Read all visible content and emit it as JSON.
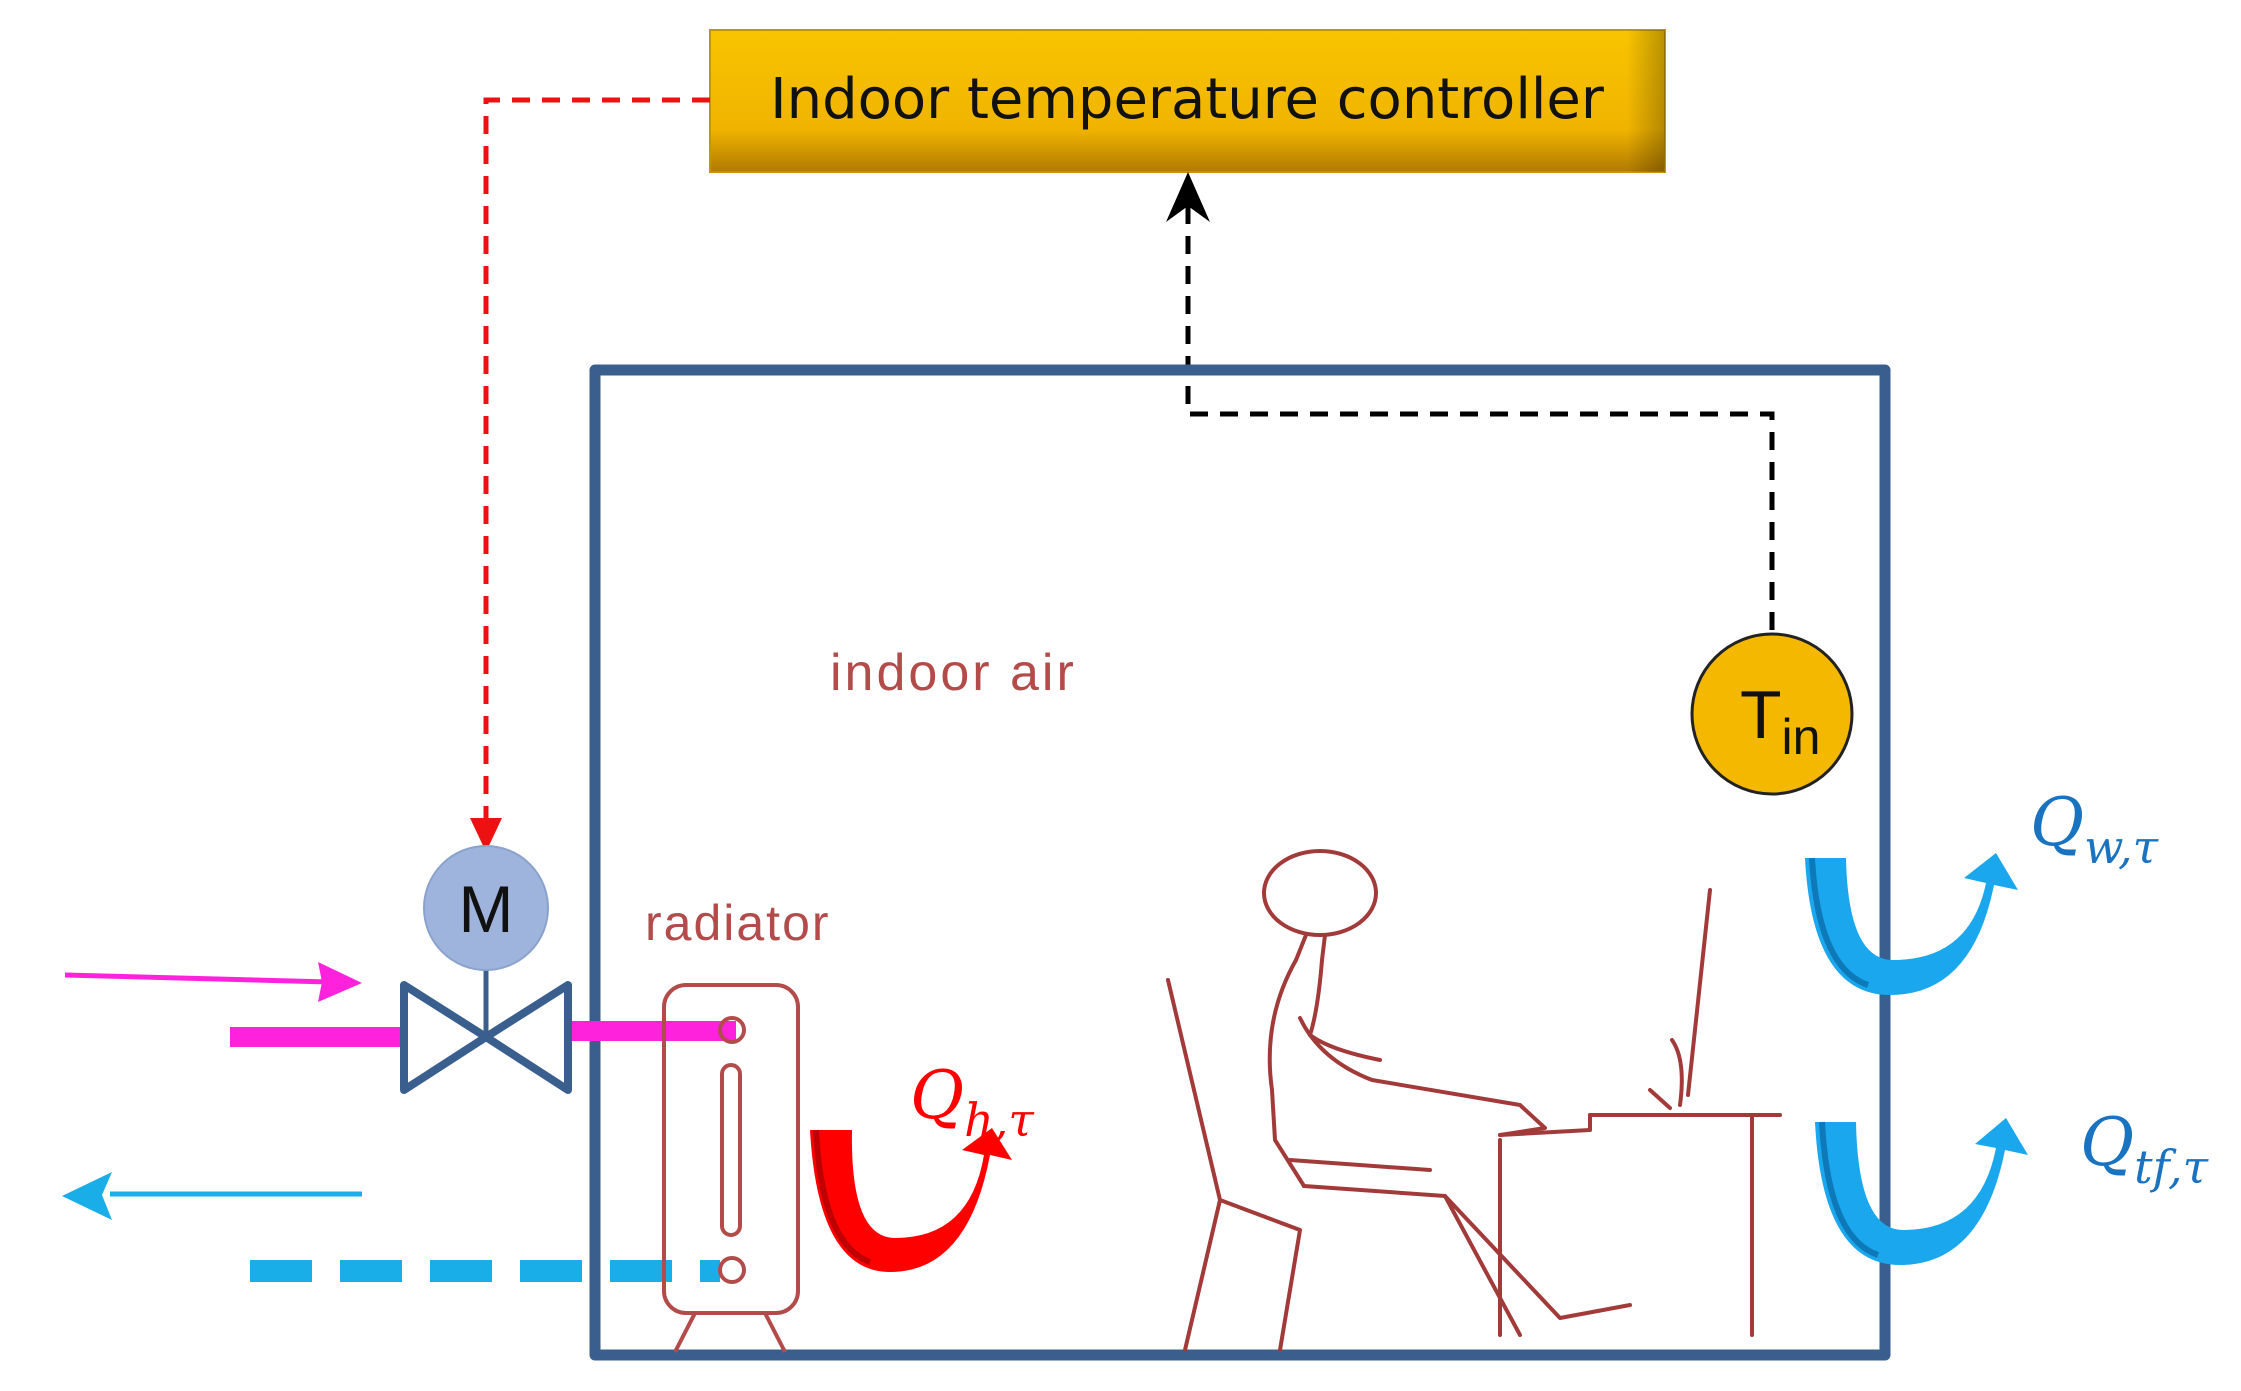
{
  "controller": {
    "label": "Indoor temperature controller"
  },
  "room": {
    "label": "indoor air"
  },
  "radiator": {
    "label": "radiator"
  },
  "valve": {
    "actuator_label": "M"
  },
  "sensor": {
    "main": "T",
    "sub": "in"
  },
  "heat_flows": {
    "heating": {
      "main": "Q",
      "sub": "h,τ",
      "color": "#ff0000"
    },
    "wall": {
      "main": "Q",
      "sub": "w,τ",
      "color": "#1a73c0"
    },
    "transfer": {
      "main": "Q",
      "sub": "tf,τ",
      "color": "#1a73c0"
    }
  },
  "colors": {
    "controller_fill": "#f5b800",
    "room_border": "#3a5f8f",
    "supply_pipe": "#ff22dd",
    "return_pipe": "#19aee8",
    "control_signal": "#ee1111",
    "measurement_signal": "#000000",
    "furniture": "#a33a3a",
    "heat_arrow_red": "#ff0000",
    "heat_arrow_blue": "#1aa7ee"
  }
}
